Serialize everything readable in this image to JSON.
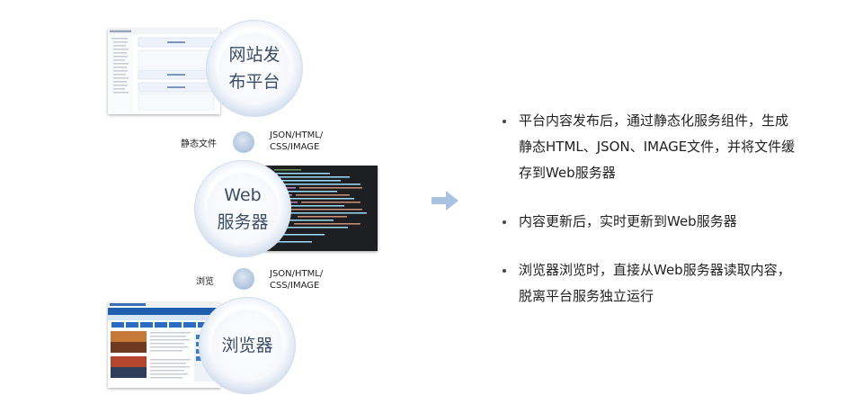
{
  "nodes": {
    "publish": {
      "line1": "网站发",
      "line2": "布平台"
    },
    "web": {
      "line1": "Web",
      "line2": "服务器"
    },
    "browse": {
      "line1": "浏览器"
    }
  },
  "links": {
    "static_label": "静态文件",
    "static_formats_line1": "JSON/HTML/",
    "static_formats_line2": "CSS/IMAGE",
    "browse_label": "浏览",
    "browse_formats_line1": "JSON/HTML/",
    "browse_formats_line2": "CSS/IMAGE"
  },
  "bullets": [
    "平台内容发布后，通过静态化服务组件，生成静态HTML、JSON、IMAGE文件，并将文件缓存到Web服务器",
    "内容更新后，实时更新到Web服务器",
    "浏览器浏览时，直接从Web服务器读取内容，脱离平台服务独立运行"
  ],
  "colors": {
    "circle_ring": "#b4c6e0",
    "circle_text": "#3b4c66",
    "arrow": "#a9c2e2",
    "code_bg": "#1e1f22"
  }
}
